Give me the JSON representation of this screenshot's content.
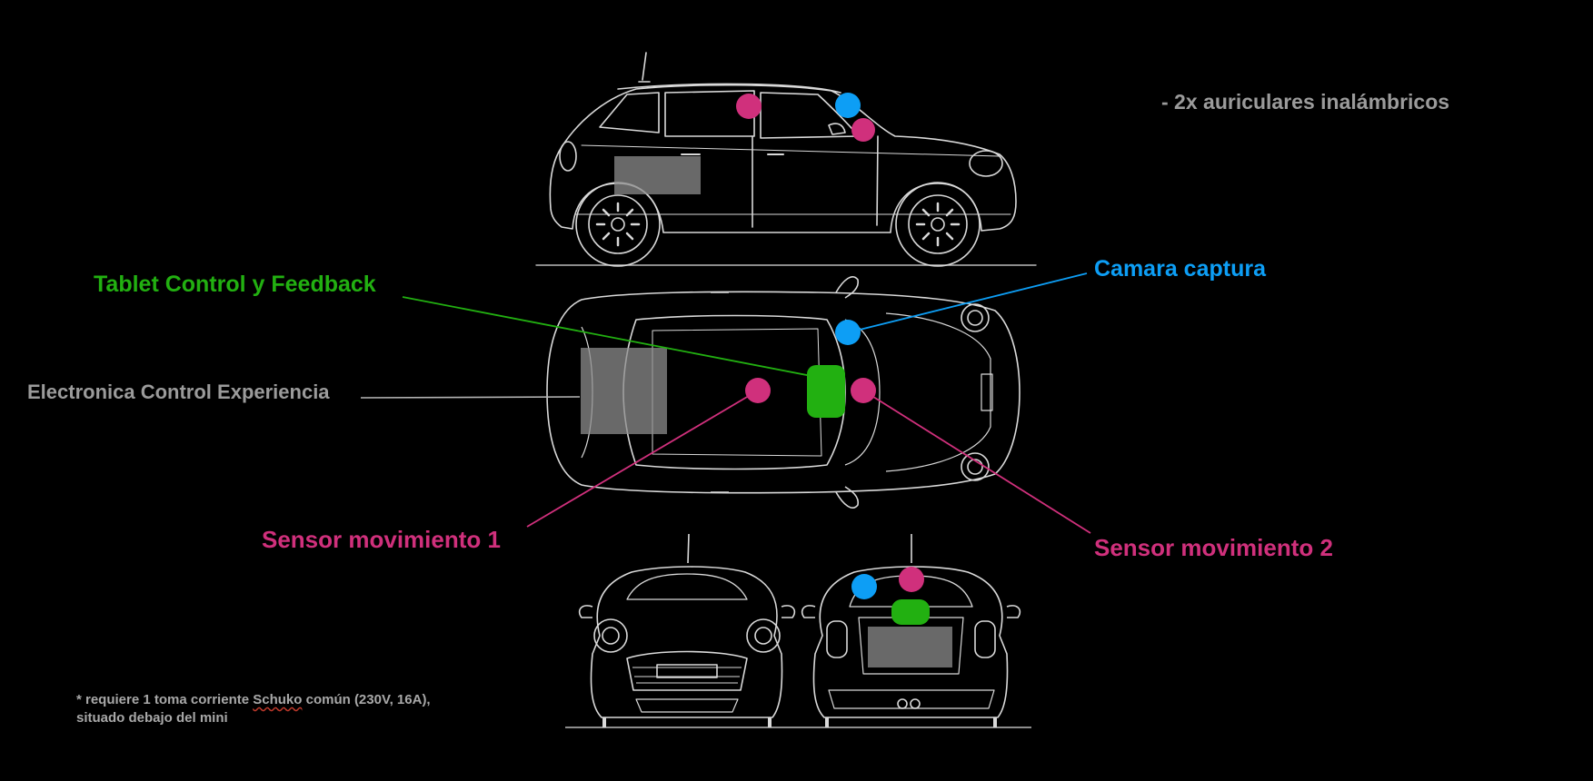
{
  "labels": {
    "tablet": "Tablet Control y Feedback",
    "electronica": "Electronica Control Experiencia",
    "camara": "Camara captura",
    "sensor1": "Sensor movimiento 1",
    "sensor2": "Sensor movimiento 2",
    "auriculares": "- 2x auriculares inalámbricos"
  },
  "note": {
    "line1_before": "* requiere 1 toma corriente ",
    "line1_schuko": "Schuko",
    "line1_after": " común (230V, 16A),",
    "line2": "situado debajo del mini"
  },
  "colors": {
    "background": "#000000",
    "green": "#22b011",
    "blue": "#0d9ef5",
    "pink": "#d0307c",
    "gray": "#9b9b9b",
    "light_gray": "#b5b5b5",
    "outline": "#d9d9d9"
  },
  "icons": {
    "car_views": [
      "car-side-view",
      "car-top-view",
      "car-front-view",
      "car-rear-view"
    ],
    "markers": [
      "pink-dot",
      "blue-dot",
      "green-rect"
    ]
  }
}
